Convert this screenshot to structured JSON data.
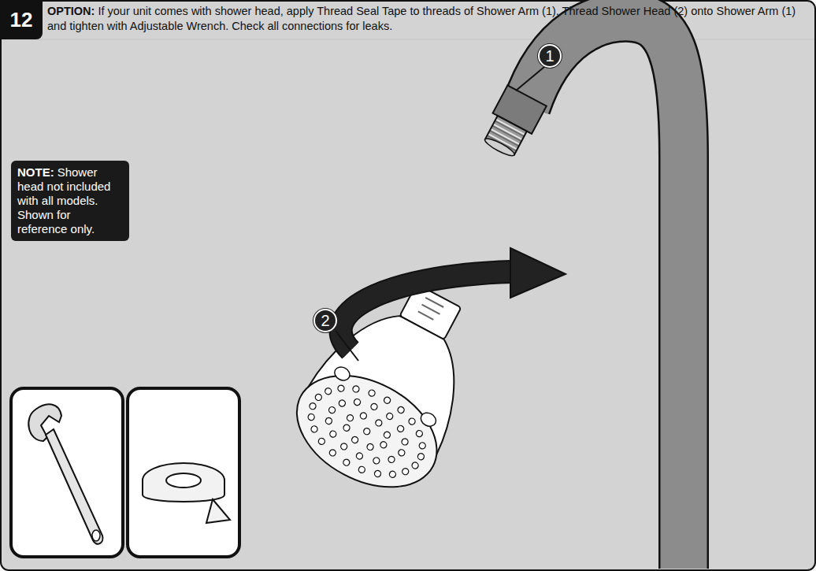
{
  "diagram": {
    "nodes": [
      {
        "text": [
          "12"
        ]
      },
      {
        "text": [
          "1"
        ]
      },
      {
        "text": [
          "2"
        ]
      },
      {
        "text": [
          "NOTE:",
          "Shower head not included with all models. Shown for reference only."
        ]
      }
    ],
    "labels": [
      "OPTION:",
      "If your unit comes with shower head, apply Thread Seal Tape to threads of Shower Arm (1). Thread Shower Head (2) onto Shower Arm (1) and tighten with Adjustable Wrench. Check all connections for leaks."
    ]
  }
}
